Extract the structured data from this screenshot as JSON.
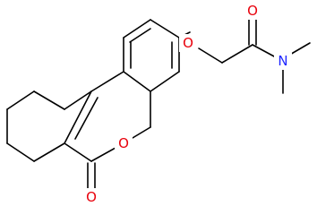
{
  "molecule": {
    "atom_labels": {
      "ether_o": "O",
      "amide_o": "O",
      "amide_n": "N",
      "ring_o": "O",
      "lactone_o": "O"
    },
    "colors": {
      "oxygen": "#e8000b",
      "nitrogen": "#1f27ff",
      "bond": "#000000"
    }
  }
}
